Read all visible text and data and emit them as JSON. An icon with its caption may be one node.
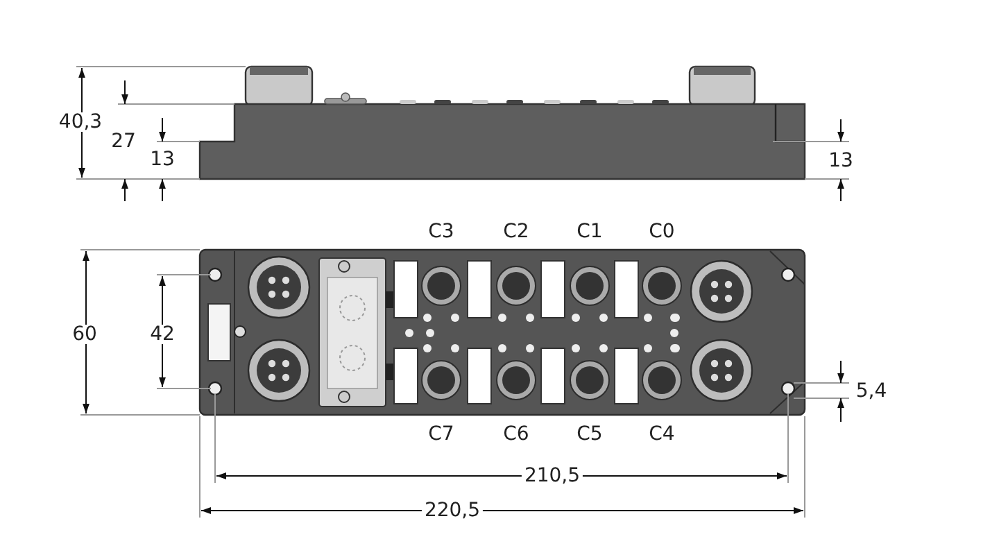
{
  "diagram": {
    "labels": [
      "40,3",
      "27",
      "13",
      "13",
      "C3",
      "C2",
      "C1",
      "C0",
      "60",
      "42",
      "5,4",
      "C7",
      "C6",
      "C5",
      "C4",
      "210,5",
      "220,5"
    ]
  }
}
